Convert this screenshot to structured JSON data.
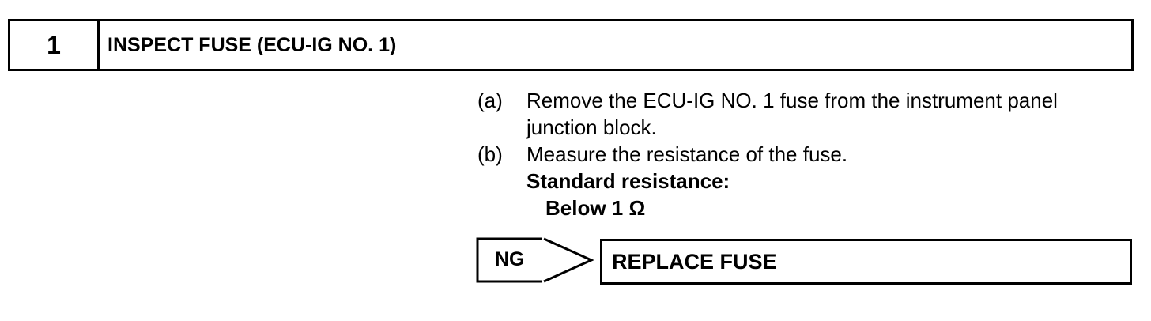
{
  "step": {
    "number": "1",
    "title": "INSPECT FUSE (ECU-IG NO. 1)"
  },
  "instructions": [
    {
      "label": "(a)",
      "text": "Remove the ECU-IG NO. 1 fuse from the instrument panel junction block."
    },
    {
      "label": "(b)",
      "text": "Measure the resistance of the fuse."
    }
  ],
  "standard": {
    "heading": "Standard resistance:",
    "value": "Below 1 Ω"
  },
  "result": {
    "condition": "NG",
    "action": "REPLACE FUSE"
  }
}
